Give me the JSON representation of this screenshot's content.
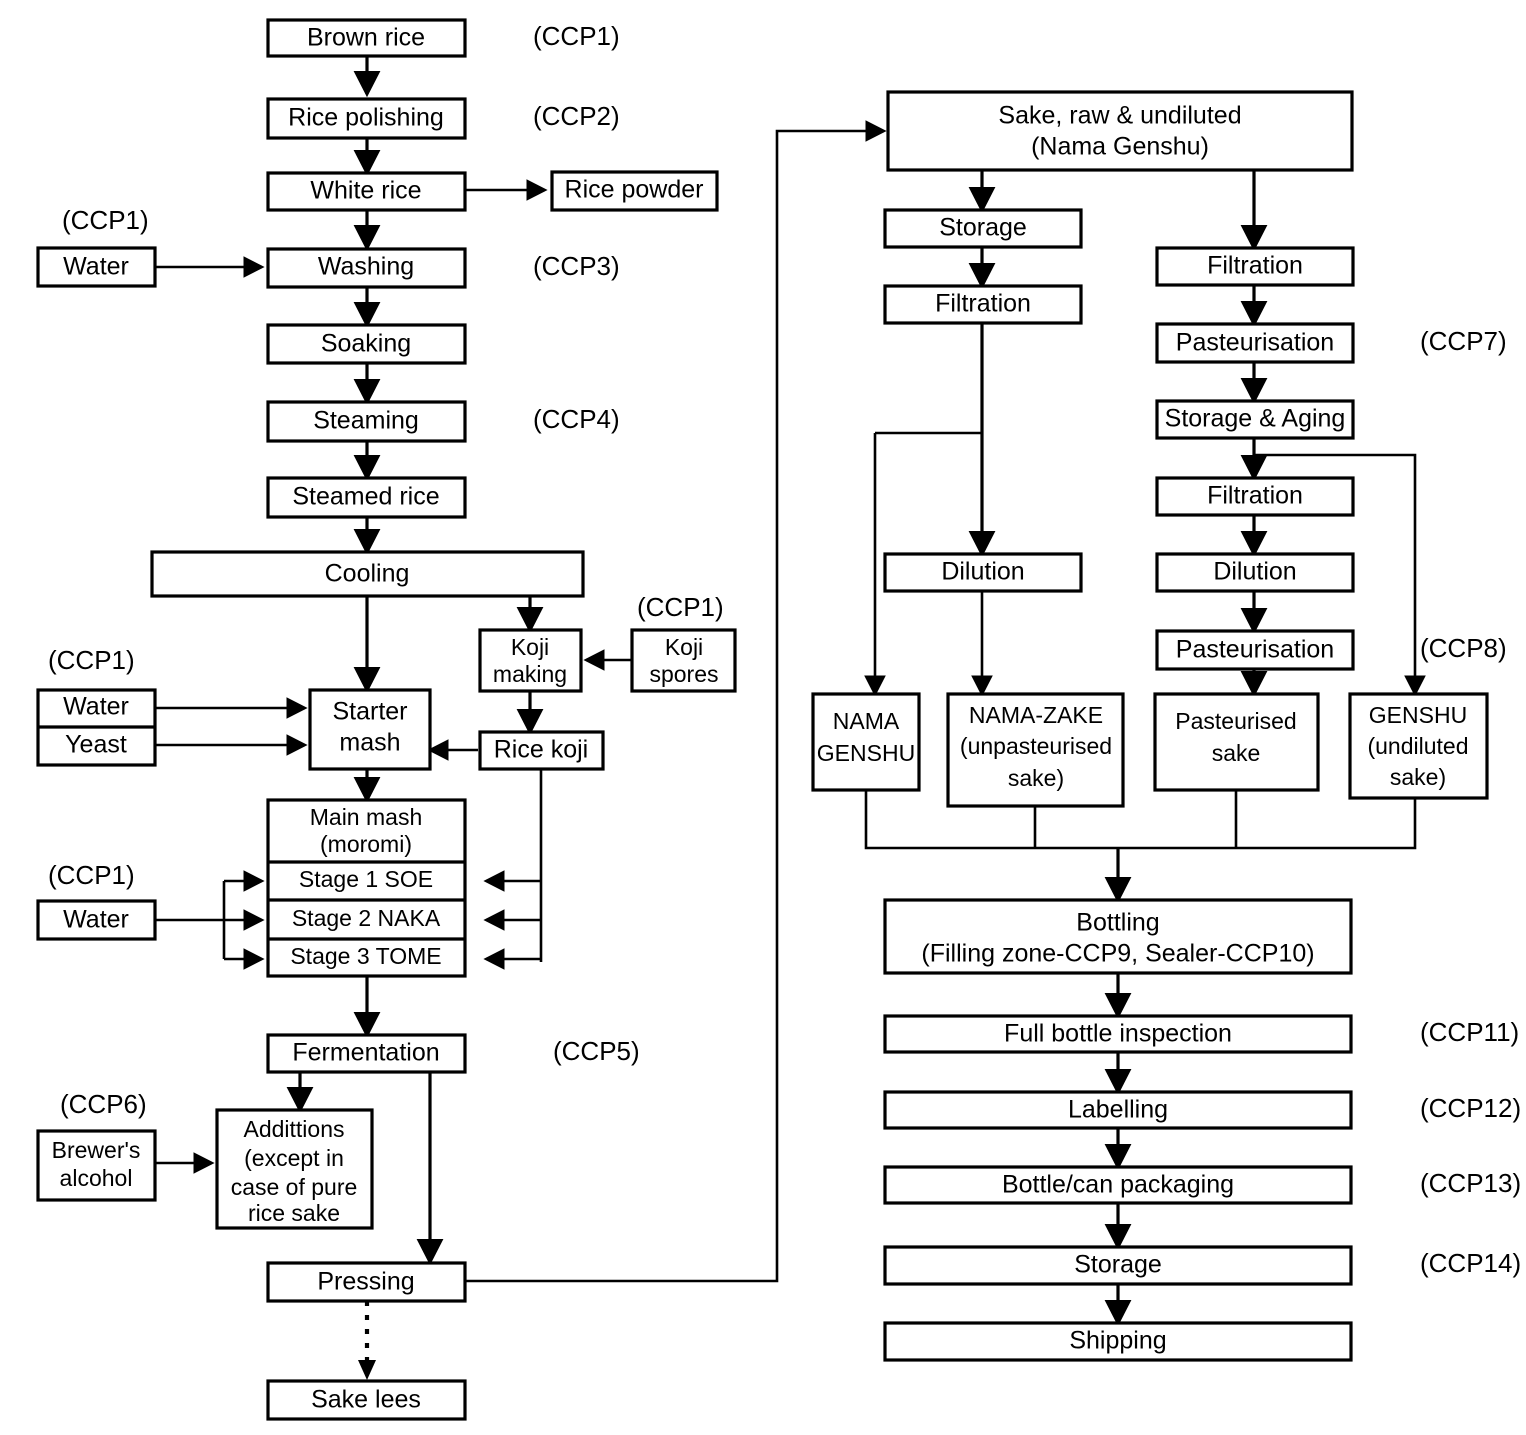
{
  "diagram": {
    "title": "Sake brewing process flow with HACCP critical control points",
    "colors": {
      "line": "#000000",
      "box_fill": "#ffffff",
      "text": "#000000"
    },
    "nodes": {
      "brown_rice": "Brown rice",
      "rice_polishing": "Rice polishing",
      "white_rice": "White rice",
      "rice_powder": "Rice powder",
      "water_wash": "Water",
      "washing": "Washing",
      "soaking": "Soaking",
      "steaming": "Steaming",
      "steamed_rice": "Steamed rice",
      "cooling": "Cooling",
      "koji_making_l1": "Koji",
      "koji_making_l2": "making",
      "koji_spores_l1": "Koji",
      "koji_spores_l2": "spores",
      "rice_koji": "Rice koji",
      "water_starter": "Water",
      "yeast": "Yeast",
      "starter_mash_l1": "Starter",
      "starter_mash_l2": "mash",
      "main_mash_l1": "Main mash",
      "main_mash_l2": "(moromi)",
      "stage1": "Stage 1 SOE",
      "stage2": "Stage 2 NAKA",
      "stage3": "Stage 3 TOME",
      "water_mash": "Water",
      "fermentation": "Fermentation",
      "brewers_alcohol_l1": "Brewer's",
      "brewers_alcohol_l2": "alcohol",
      "additions_l1": "Addittions",
      "additions_l2": "(except in",
      "additions_l3": "case of pure",
      "additions_l4": "rice sake",
      "pressing": "Pressing",
      "sake_lees": "Sake lees",
      "sake_raw_l1": "Sake, raw & undiluted",
      "sake_raw_l2": "(Nama Genshu)",
      "storage_a": "Storage",
      "filtration_a": "Filtration",
      "dilution_a": "Dilution",
      "nama_genshu_l1": "NAMA",
      "nama_genshu_l2": "GENSHU",
      "nama_zake_l1": "NAMA-ZAKE",
      "nama_zake_l2": "(unpasteurised",
      "nama_zake_l3": "sake)",
      "filtration_b": "Filtration",
      "pasteurisation_b": "Pasteurisation",
      "storage_aging": "Storage & Aging",
      "filtration_c": "Filtration",
      "dilution_c": "Dilution",
      "pasteurisation_c": "Pasteurisation",
      "pasteurised_sake_l1": "Pasteurised",
      "pasteurised_sake_l2": "sake",
      "genshu_l1": "GENSHU",
      "genshu_l2": "(undiluted",
      "genshu_l3": "sake)",
      "bottling_l1": "Bottling",
      "bottling_l2": "(Filling zone-CCP9, Sealer-CCP10)",
      "full_bottle_inspection": "Full bottle inspection",
      "labelling": "Labelling",
      "bottle_can_packaging": "Bottle/can packaging",
      "storage_final": "Storage",
      "shipping": "Shipping"
    },
    "ccp_labels": {
      "ccp1_brown_rice": "(CCP1)",
      "ccp2_polishing": "(CCP2)",
      "ccp1_water_wash": "(CCP1)",
      "ccp3_washing": "(CCP3)",
      "ccp4_steaming": "(CCP4)",
      "ccp1_koji_spores": "(CCP1)",
      "ccp1_water_yeast": "(CCP1)",
      "ccp1_water_mash": "(CCP1)",
      "ccp5_fermentation": "(CCP5)",
      "ccp6_alcohol": "(CCP6)",
      "ccp7_pasteurisation": "(CCP7)",
      "ccp8_genshu": "(CCP8)",
      "ccp11_inspection": "(CCP11)",
      "ccp12_labelling": "(CCP12)",
      "ccp13_packaging": "(CCP13)",
      "ccp14_storage": "(CCP14)"
    }
  }
}
